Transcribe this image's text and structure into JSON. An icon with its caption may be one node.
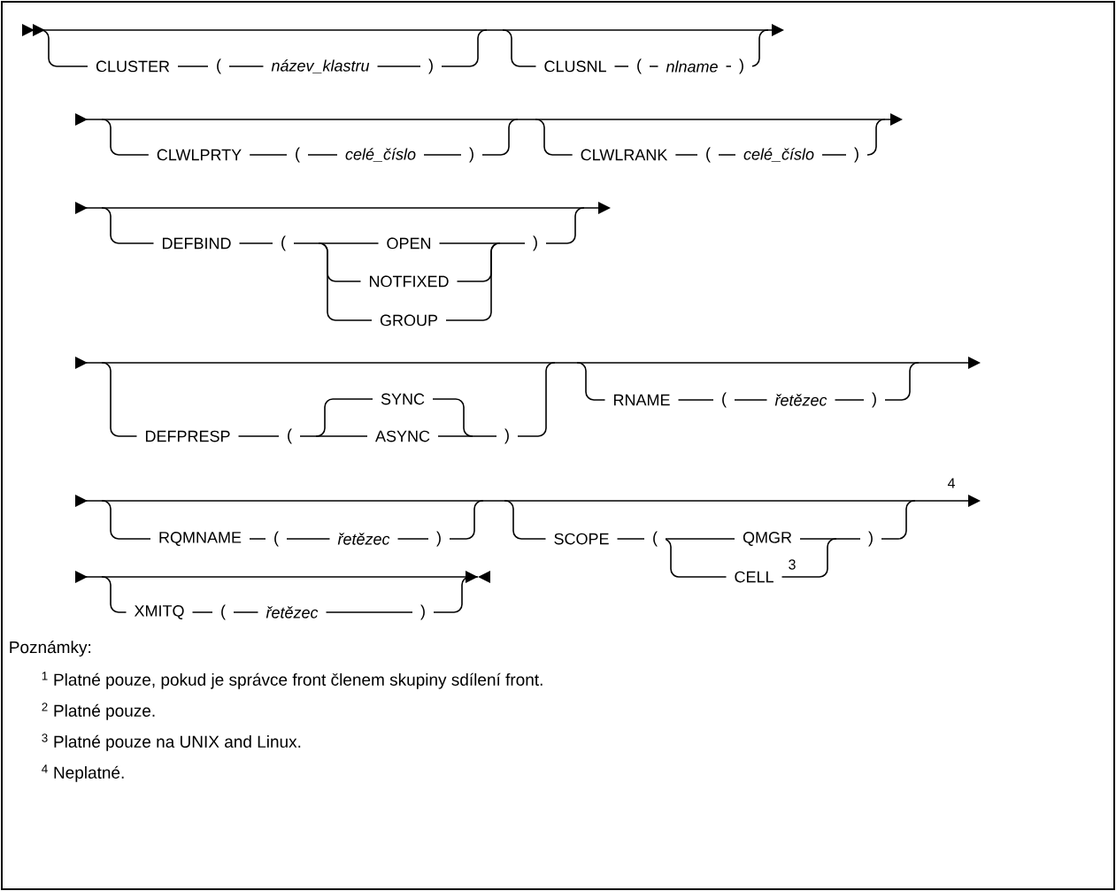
{
  "diagram": {
    "labels": [
      "CLUSTER",
      "(",
      "název_klastru",
      ")",
      "CLUSNL",
      "(",
      "nlname",
      ")",
      "CLWLPRTY",
      "(",
      "celé_číslo",
      ")",
      "CLWLRANK",
      "(",
      "celé_číslo",
      ")",
      "DEFBIND",
      "(",
      "OPEN",
      ")",
      "NOTFIXED",
      "GROUP",
      "SYNC",
      "RNAME",
      "(",
      "řetězec",
      ")",
      "DEFPRESP",
      "(",
      "ASYNC",
      ")",
      "4",
      "RQMNAME",
      "(",
      "řetězec",
      ")",
      "SCOPE",
      "(",
      "QMGR",
      ")",
      "CELL",
      "3",
      "XMITQ",
      "(",
      "řetězec",
      ")",
      "Poznámky:",
      "$^{1}$ Platné pouze, pokud je správce front členem skupiny sdílení front.",
      "$^{2}$ Platné pouze.",
      "$^{3}$ Platné pouze na UNIX and Linux.",
      "$^{4}$ Neplatné."
    ]
  }
}
